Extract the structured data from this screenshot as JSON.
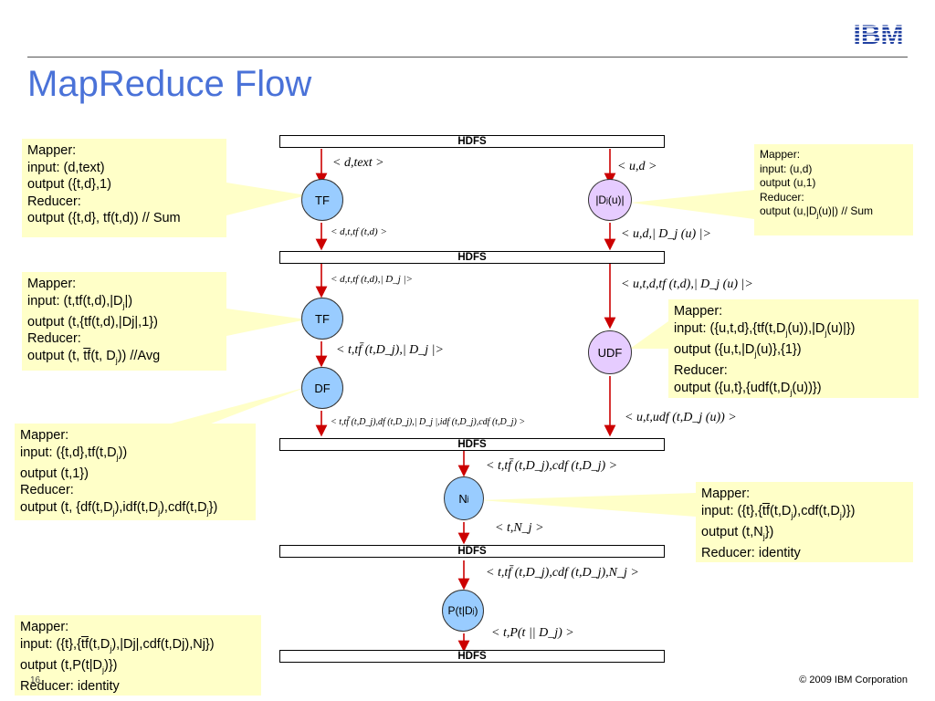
{
  "header": {
    "logo_text": "IBM",
    "title": "MapReduce Flow"
  },
  "hdfs_label": "HDFS",
  "nodes": {
    "tf1": "TF",
    "dju": "|D",
    "dju_sub": "j",
    "dju_tail": "(u)|",
    "tf2": "TF",
    "df": "DF",
    "udf": "UDF",
    "nj": "N",
    "nj_sub": "j",
    "ptd": "P(t|D",
    "ptd_sub": "j",
    "ptd_tail": ")"
  },
  "labels": {
    "l1": "< d,text >",
    "l2": "< u,d >",
    "l3": "< d,t,tf (t,d) >",
    "l4": "< u,d,| D_j (u) |>",
    "l5": "< d,t,tf (t,d),| D_j |>",
    "l6": "< u,t,d,tf (t,d),| D_j (u) |>",
    "l7": "< t,tf̄ (t,D_j),| D_j |>",
    "l8": "< t,tf̄ (t,D_j),df (t,D_j),| D_j |,idf (t,D_j),cdf (t,D_j) >",
    "l9": "< u,t,udf (t,D_j (u)) >",
    "l10": "< t,tf̄ (t,D_j),cdf (t,D_j) >",
    "l11": "< t,N_j >",
    "l12": "< t,tf̄ (t,D_j),cdf (t,D_j),N_j >",
    "l13": "< t,P(t || D_j) >"
  },
  "callouts": {
    "c1": [
      "Mapper:",
      "input: (d,text)",
      "output ({t,d},1)",
      "Reducer:",
      "output ({t,d}, tf(t,d)) // Sum"
    ],
    "c2": [
      "Mapper:",
      "input: (u,d)",
      "output (u,1)",
      "Reducer:",
      "output (u,|D",
      "j",
      "(u)|) // Sum"
    ],
    "c3": [
      "Mapper:",
      "input: (t,tf(t,d),|D",
      "j",
      "|)",
      "output (t,{tf(t,d),|Dj|,1})",
      "Reducer:",
      "output (t, ",
      "tf",
      "(t, D",
      "j",
      ")) //Avg"
    ],
    "c4": [
      "Mapper:",
      "input: ({u,t,d},{tf(t,D",
      "j",
      "(u)),|D",
      "j",
      "(u)|})",
      "output ({u,t,|D",
      "j",
      "(u)},{1})",
      "Reducer:",
      "output ({u,t},{udf(t,D",
      "j",
      "(u))})"
    ],
    "c5": [
      "Mapper:",
      "input: ({t,d},tf(t,D",
      "j",
      "))",
      "output (t,1})",
      "Reducer:",
      "output (t, {df(t,D",
      "j",
      "),idf(t,D",
      "j",
      "),cdf(t,D",
      "j",
      "})"
    ],
    "c6": [
      "Mapper:",
      "input: ({t},{",
      "tf",
      "(t,D",
      "j",
      "),cdf(t,D",
      "j",
      ")})",
      "output (t,N",
      "j",
      "})",
      "Reducer: identity"
    ],
    "c7": [
      "Mapper:",
      "input: ({t},{",
      "tf",
      "(t,D",
      "j",
      "),|Dj|,cdf(t,Dj),Nj})",
      "output (t,P(t|D",
      "j",
      ")})",
      "Reducer: identity"
    ]
  },
  "footer": {
    "copyright": "© 2009 IBM Corporation",
    "page": "16"
  },
  "colors": {
    "title": "#4a72d8",
    "callout": "#ffffc8",
    "arrow": "#cc0000",
    "node_blue": "#99ccff",
    "node_purple": "#e6ccff"
  }
}
